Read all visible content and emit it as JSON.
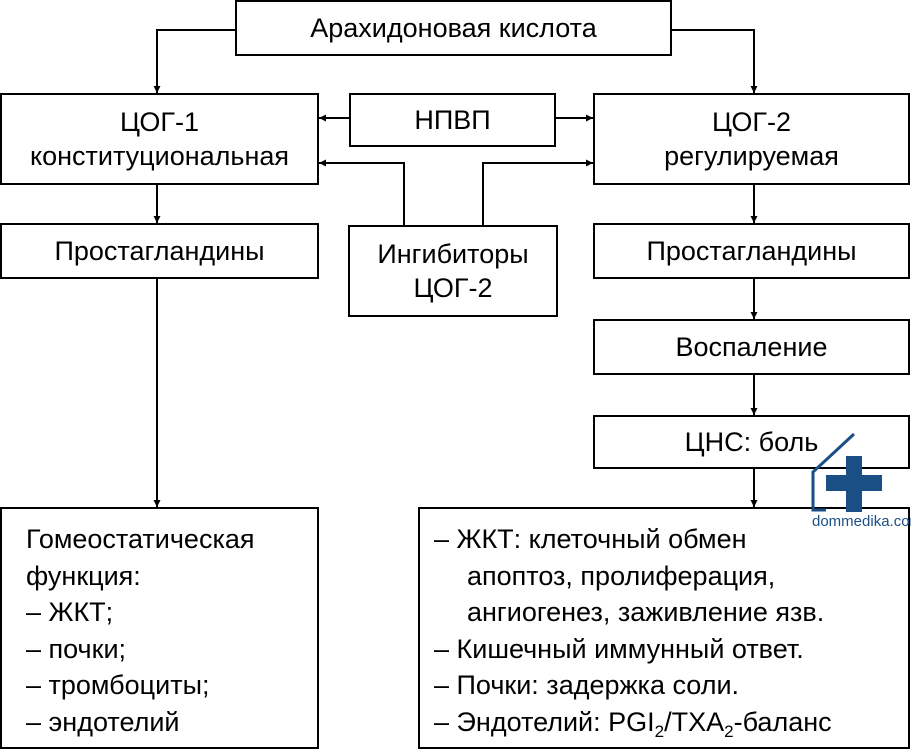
{
  "nodes": {
    "arachidonic": {
      "lines": [
        "Арахидоновая кислота"
      ]
    },
    "nsaid": {
      "lines": [
        "НПВП"
      ]
    },
    "cox1": {
      "lines": [
        "ЦОГ-1",
        "конституциональная"
      ]
    },
    "cox2": {
      "lines": [
        "ЦОГ-2",
        "регулируемая"
      ]
    },
    "pg1": {
      "lines": [
        "Простагландины"
      ]
    },
    "inhibitors": {
      "lines": [
        "Ингибиторы",
        "ЦОГ-2"
      ]
    },
    "pg2": {
      "lines": [
        "Простагландины"
      ]
    },
    "inflammation": {
      "lines": [
        "Воспаление"
      ]
    },
    "cns": {
      "lines": [
        "ЦНС: боль"
      ]
    }
  },
  "homeostatic": {
    "heading": [
      "Гомеостатическая",
      "функция:"
    ],
    "items": [
      "– ЖКТ;",
      "– почки;",
      "– тромбоциты;",
      "– эндотелий"
    ]
  },
  "cox2_effects": {
    "gi_line1": "– ЖКТ: клеточный обмен",
    "gi_line2": "апоптоз, пролиферация,",
    "gi_line3": "ангиогенез, заживление язв.",
    "immune": "– Кишечный иммунный ответ.",
    "kidney": "– Почки: задержка соли.",
    "endo_prefix": "– Эндотелий: PGI",
    "endo_sub1": "2",
    "endo_mid": "/TXA",
    "endo_sub2": "2",
    "endo_suffix": "-баланс"
  },
  "watermark": {
    "text": "dommedika.com",
    "icon": "house-cross-icon",
    "color": "#1a4f86"
  }
}
